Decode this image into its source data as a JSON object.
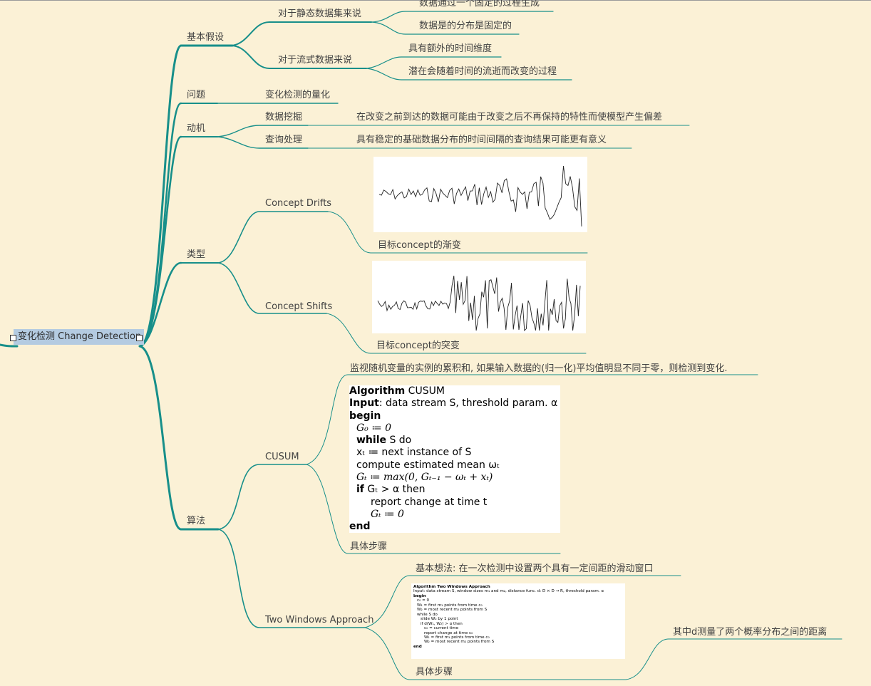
{
  "root": {
    "label": "变化检测 Change Detection"
  },
  "branches": {
    "assumptions": {
      "label": "基本假设",
      "static": {
        "label": "对于静态数据集来说",
        "items": [
          "数据通过一个固定的过程生成",
          "数据是的分布是固定的"
        ]
      },
      "stream": {
        "label": "对于流式数据来说",
        "items": [
          "具有额外的时间维度",
          "潜在会随着时间的流逝而改变的过程"
        ]
      }
    },
    "problem": {
      "label": "问题",
      "child": "变化检测的量化"
    },
    "motivation": {
      "label": "动机",
      "mining": {
        "label": "数据挖掘",
        "desc": "在改变之前到达的数据可能由于改变之后不再保持的特性而使模型产生偏差"
      },
      "query": {
        "label": "查询处理",
        "desc": "具有稳定的基础数据分布的时间间隔的查询结果可能更有意义"
      }
    },
    "types": {
      "label": "类型",
      "drifts": {
        "label": "Concept Drifts",
        "caption": "目标concept的渐变"
      },
      "shifts": {
        "label": "Concept Shifts",
        "caption": "目标concept的突变"
      }
    },
    "algorithms": {
      "label": "算法",
      "cusum": {
        "label": "CUSUM",
        "desc": "监视随机变量的实例的累积和, 如果输入数据的(归一化)平均值明显不同于零，则检测到变化.",
        "steps": "具体步骤",
        "pseudocode": [
          {
            "pre": "Algorithm",
            "rest": " CUSUM"
          },
          {
            "pre": "Input",
            "rest": ": data stream S, threshold param. α"
          },
          {
            "pre": "begin",
            "rest": ""
          },
          {
            "pre": "",
            "rest": "G₀ ≔ 0"
          },
          {
            "pre": "while",
            "rest": " S do"
          },
          {
            "pre": "",
            "rest": "xₜ ≔ next instance of S"
          },
          {
            "pre": "",
            "rest": "compute estimated mean ωₜ"
          },
          {
            "pre": "",
            "rest": "Gₜ ≔ max(0, Gₜ₋₁ − ωₜ + xₜ)"
          },
          {
            "pre": "if",
            "rest": " Gₜ > α then"
          },
          {
            "pre": "",
            "rest": "report change at time t"
          },
          {
            "pre": "",
            "rest": "Gₜ ≔ 0"
          },
          {
            "pre": "end",
            "rest": ""
          }
        ]
      },
      "two_windows": {
        "label": "Two Windows Approach",
        "idea": "基本想法: 在一次检测中设置两个具有一定间距的滑动窗口",
        "steps": "具体步骤",
        "note": "其中d测量了两个概率分布之间的距离",
        "pseudocode": [
          "Algorithm Two Windows Approach",
          "Input: data stream S, window sizes m₁ and m₂, distance func. d: D × D → R, threshold param. α",
          "begin",
          "  c₀ = 0",
          "  W₁ = first m₁ points from time c₀",
          "  W₂ = most recent m₂ points from S",
          "  while S do",
          "    slide W₂ by 1 point",
          "    if d(W₁, W₂) > α then",
          "      c₀ = current time",
          "      report change at time c₀",
          "      W₁ = first m₁ points from time c₀",
          "      W₂ = most recent m₂ points from S",
          "end"
        ]
      }
    }
  },
  "colors": {
    "link": "#178f8a",
    "background": "#fbf1d6",
    "root_highlight": "#b4cbe1"
  }
}
